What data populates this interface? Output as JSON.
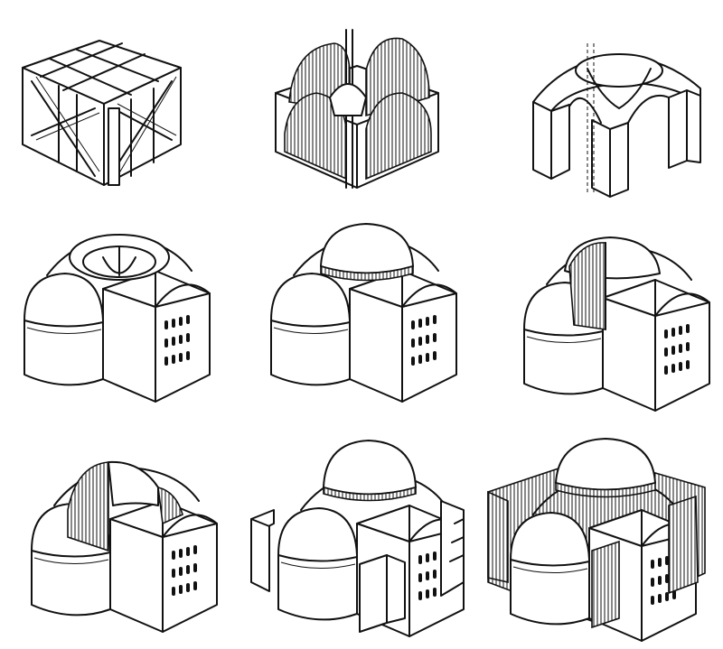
{
  "plate": {
    "background": "#ffffff",
    "ink": "#111111",
    "stages": [
      {
        "id": 1,
        "kind": "scaffold-box"
      },
      {
        "id": 2,
        "kind": "vault-centering"
      },
      {
        "id": 3,
        "kind": "pendentive-piers"
      },
      {
        "id": 4,
        "kind": "open-ring-church"
      },
      {
        "id": 5,
        "kind": "domed-church"
      },
      {
        "id": 6,
        "kind": "domed-church-cutaway"
      },
      {
        "id": 7,
        "kind": "cutaway-church"
      },
      {
        "id": 8,
        "kind": "buttressed-church"
      },
      {
        "id": 9,
        "kind": "hatched-buttressed-church"
      }
    ]
  }
}
